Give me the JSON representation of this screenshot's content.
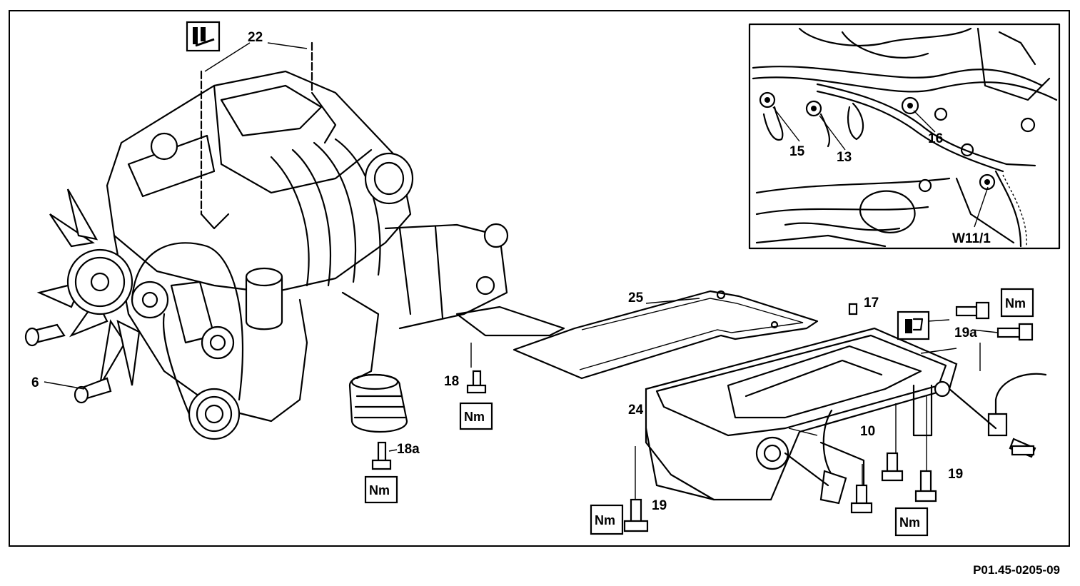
{
  "callouts": {
    "c22": "22",
    "c25": "25",
    "c17": "17",
    "c6": "6",
    "c18": "18",
    "c18a": "18a",
    "c24": "24",
    "c10": "10",
    "c19_left": "19",
    "c19_right": "19",
    "c19a": "19a",
    "c15": "15",
    "c13": "13",
    "c16": "16",
    "cW11": "W11/1"
  },
  "torque_badges": {
    "label": "Nm"
  },
  "icons": [
    "lifting-tool-icon",
    "sealant-icon"
  ],
  "reference_code": "P01.45-0205-09"
}
